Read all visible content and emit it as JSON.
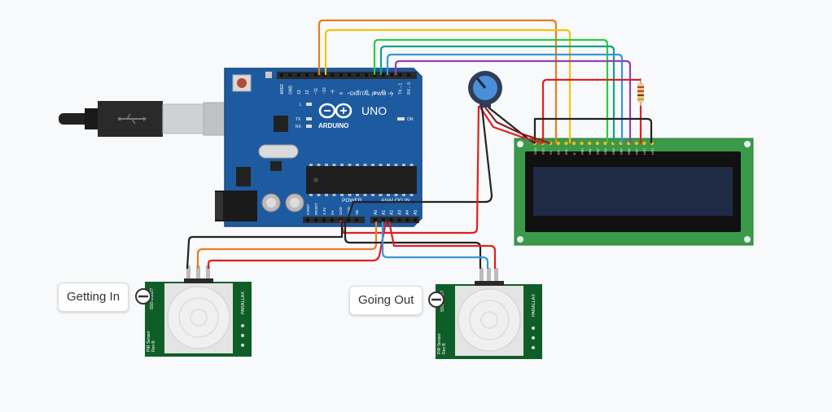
{
  "sensors": {
    "left": {
      "label": "Getting In",
      "side_text": "PARALLAX",
      "model_text": "555-28027",
      "footer": "PIR Sensor",
      "rev": "Rev B"
    },
    "right": {
      "label": "Going Out",
      "side_text": "PARALLAX",
      "model_text": "555-28027",
      "footer": "PIR Sensor",
      "rev": "Rev B"
    }
  },
  "arduino": {
    "brand": "ARDUINO",
    "model": "UNO",
    "digital_label": "DIGITAL (PWM ~)",
    "power_label": "POWER",
    "analog_label": "ANALOG IN",
    "on_label": "ON",
    "l_label": "L",
    "tx_label": "TX",
    "rx_label": "RX",
    "digital_pins": [
      "AREF",
      "GND",
      "13",
      "12",
      "~11",
      "~10",
      "~9",
      "8",
      "7",
      "~6",
      "~5",
      "4",
      "~3",
      "2",
      "TX→1",
      "RX←0"
    ],
    "power_pins": [
      "IOREF",
      "RESET",
      "3.3V",
      "5V",
      "GND",
      "GND",
      "Vin"
    ],
    "analog_pins": [
      "A0",
      "A1",
      "A2",
      "A3",
      "A4",
      "A5"
    ]
  },
  "lcd": {
    "pin_labels": [
      "GND",
      "VCC",
      "V0",
      "RS",
      "RW",
      "E",
      "DB0",
      "DB1",
      "DB2",
      "DB3",
      "DB4",
      "DB5",
      "DB6",
      "DB7",
      "LED",
      "LED"
    ]
  },
  "colors": {
    "orange": "#e67e22",
    "yellow": "#f1c40f",
    "green": "#2ecc40",
    "blue": "#3498db",
    "purple": "#8e44ad",
    "red": "#e02020",
    "black": "#222222",
    "board": "#1e5aa0",
    "pcb_green": "#3a9a4a"
  }
}
